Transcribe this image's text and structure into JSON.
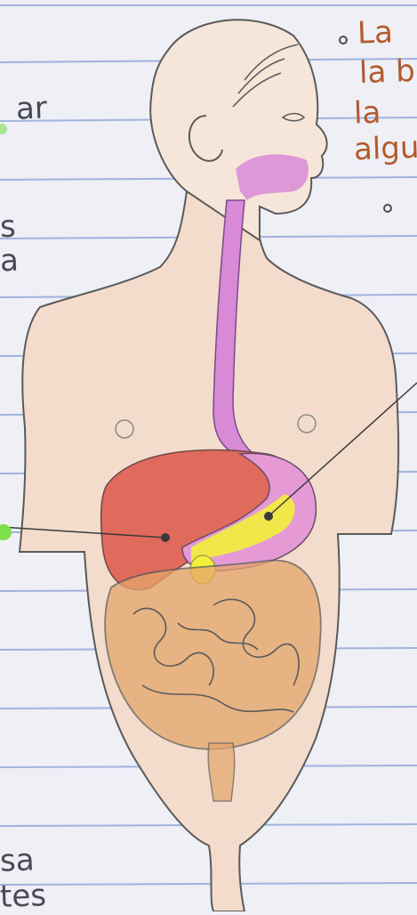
{
  "colors": {
    "paper": "#eef0f6",
    "ruled_line": "#8fa3d8",
    "pencil": "#5a5a5a",
    "skin": "#f3dccb",
    "esophagus": "#d88ad6",
    "liver": "#e06a5c",
    "stomach": "#e59ad6",
    "gallbladder_highlight": "#f2f03a",
    "intestine": "#e4a66a",
    "green_marker": "#7be04a",
    "note_orange": "#b35a2e"
  },
  "notes": {
    "right_top": [
      "La",
      "la b",
      "la",
      "algu"
    ],
    "right_bullet": "•",
    "left_top": [
      "ar",
      "s",
      "a"
    ],
    "left_bottom": [
      "sa",
      "tes"
    ]
  },
  "icons": {
    "bullet": "circle-bullet-icon",
    "label_pin": "pin-dot-icon"
  }
}
